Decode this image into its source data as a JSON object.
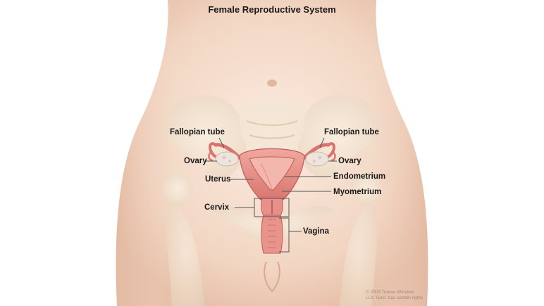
{
  "title": "Female Reproductive System",
  "labels": {
    "fallopian_tube_left": "Fallopian tube",
    "fallopian_tube_right": "Fallopian tube",
    "ovary_left": "Ovary",
    "ovary_right": "Ovary",
    "uterus": "Uterus",
    "endometrium": "Endometrium",
    "myometrium": "Myometrium",
    "cervix": "Cervix",
    "vagina": "Vagina"
  },
  "credit": {
    "line1": "© 2009 Terese Winslow",
    "line2": "U.S. Govt. has certain rights"
  },
  "colors": {
    "skin": "#f2d6c3",
    "bone": "#f4e8d6",
    "organ": "#e8938c",
    "organ_dark": "#c9605a",
    "ovary": "#ece3dc",
    "leader_line": "#555555"
  }
}
